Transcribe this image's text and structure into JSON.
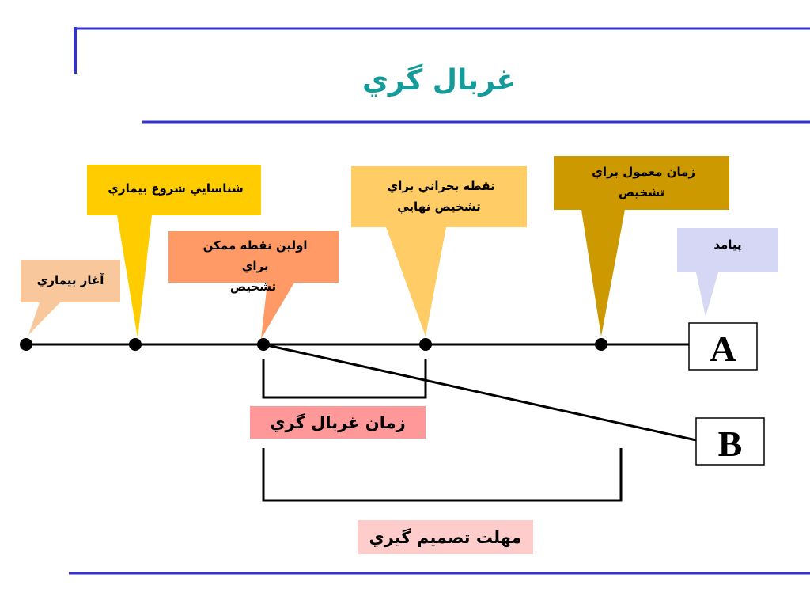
{
  "title": "غربال گري",
  "colors": {
    "accent_rule": "#3333cc",
    "title": "#169b9b",
    "callout_onset": "#f8c89c",
    "callout_recognition": "#ffcc00",
    "callout_first_point": "#ff9966",
    "callout_critical_point": "#ffcc66",
    "callout_usual_time": "#cc9900",
    "callout_outcome": "#d6d6f5",
    "label_screening_time": "#ff9999",
    "label_decision_deadline": "#ffcccc"
  },
  "callouts": {
    "onset": {
      "lines": [
        "آغاز بيماري"
      ]
    },
    "recognition": {
      "lines": [
        "شناسايي شروع بيماري"
      ]
    },
    "first_point": {
      "lines": [
        "اولين نقطه ممكن",
        "براي",
        "تشخيص"
      ]
    },
    "critical_point": {
      "lines": [
        "نقطه بحراني براي",
        "تشخيص نهايي"
      ]
    },
    "usual_time": {
      "lines": [
        "زمان معمول براي",
        "تشخيص"
      ]
    },
    "outcome": {
      "lines": [
        "پيامد"
      ]
    }
  },
  "labels": {
    "screening_time": "زمان غربال گري",
    "decision_deadline": "مهلت تصميم گيري"
  },
  "boxes": {
    "a": "A",
    "b": "B"
  }
}
